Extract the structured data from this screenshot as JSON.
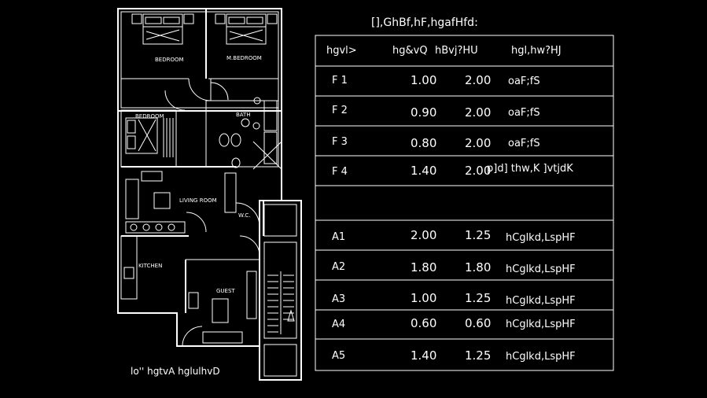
{
  "plan": {
    "rooms": {
      "bedroom": "BEDROOM",
      "master_bedroom": "M.BEDROOM",
      "bedroom2": "BEDROOM",
      "bath": "BATH",
      "living_room": "LIVING ROOM",
      "wc": "W.C.",
      "kitchen": "KITCHEN",
      "guest": "GUEST"
    },
    "caption": "lo'' hgtvA hglulhvD"
  },
  "schedule": {
    "title": "[],GhBf,hF,hgafHfd:",
    "headers": [
      "hgvl>",
      "hg&vQ",
      "hBvj?HU",
      "hgl,hw?HJ"
    ],
    "door_rows": [
      {
        "code": "F 1",
        "width": "1.00",
        "height": "2.00",
        "material": "oaF;fS"
      },
      {
        "code": "F 2",
        "width": "0.90",
        "height": "2.00",
        "material": "oaF;fS"
      },
      {
        "code": "F 3",
        "width": "0.80",
        "height": "2.00",
        "material": "oaF;fS"
      },
      {
        "code": "F 4",
        "width": "1.40",
        "height": "2.00",
        "material": "p]d] thw,K ]vtjdK"
      }
    ],
    "window_rows": [
      {
        "code": "A1",
        "width": "2.00",
        "height": "1.25",
        "material": "hCglkd,LspHF"
      },
      {
        "code": "A2",
        "width": "1.80",
        "height": "1.80",
        "material": "hCglkd,LspHF"
      },
      {
        "code": "A3",
        "width": "1.00",
        "height": "1.25",
        "material": "hCglkd,LspHF"
      },
      {
        "code": "A4",
        "width": "0.60",
        "height": "0.60",
        "material": "hCglkd,LspHF"
      },
      {
        "code": "A5",
        "width": "1.40",
        "height": "1.25",
        "material": "hCglkd,LspHF"
      }
    ]
  }
}
